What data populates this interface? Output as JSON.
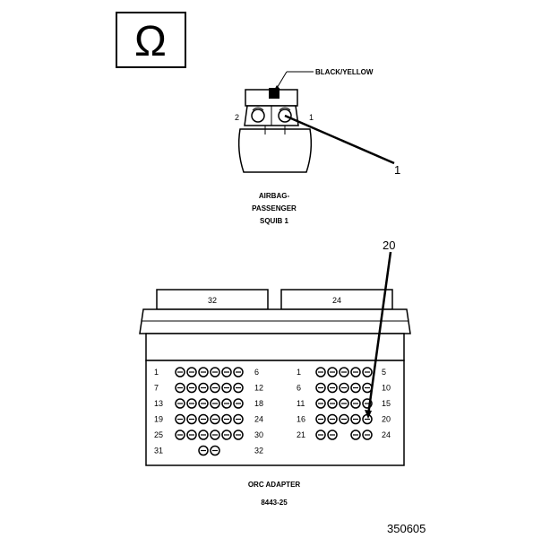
{
  "symbol": {
    "icon": "ohm-symbol-icon",
    "glyph": "Ω"
  },
  "airbag_connector": {
    "wire_label": "BLACK/YELLOW",
    "pin_left": "2",
    "pin_right": "1",
    "callout": "1",
    "caption_lines": [
      "AIRBAG-",
      "PASSENGER",
      "SQUIB 1"
    ]
  },
  "orc_adapter": {
    "callout": "20",
    "tab_left": "32",
    "tab_right": "24",
    "left_block": {
      "rows": [
        {
          "start": "1",
          "end": "6",
          "pins": 6
        },
        {
          "start": "7",
          "end": "12",
          "pins": 6
        },
        {
          "start": "13",
          "end": "18",
          "pins": 6
        },
        {
          "start": "19",
          "end": "24",
          "pins": 6
        },
        {
          "start": "25",
          "end": "30",
          "pins": 6
        },
        {
          "start": "31",
          "end": "32",
          "pins": 2
        }
      ]
    },
    "right_block": {
      "rows": [
        {
          "start": "1",
          "end": "5",
          "pins": 5
        },
        {
          "start": "6",
          "end": "10",
          "pins": 5
        },
        {
          "start": "11",
          "end": "15",
          "pins": 5
        },
        {
          "start": "16",
          "end": "20",
          "pins": 5
        },
        {
          "start": "21",
          "end": "24",
          "pins": 4
        }
      ]
    },
    "caption_lines": [
      "ORC ADAPTER",
      "8443-25"
    ]
  },
  "figure_id": "350605"
}
